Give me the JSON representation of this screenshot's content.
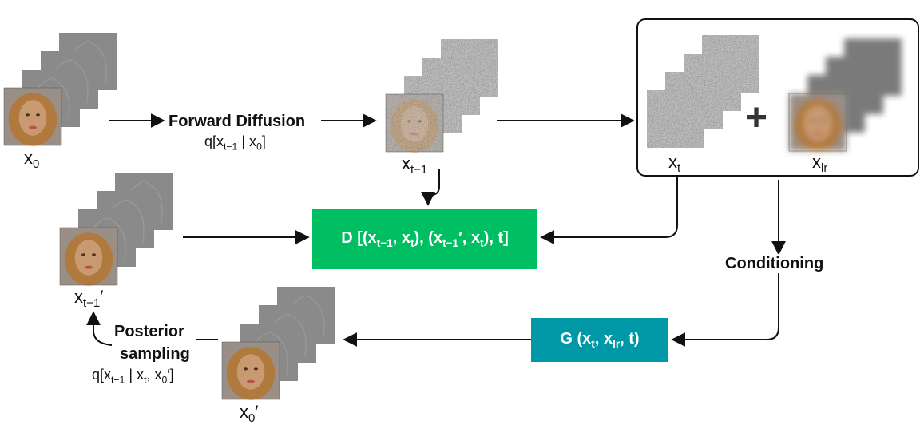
{
  "nodes": {
    "x0": {
      "label": "x",
      "sub": "0",
      "tail": ""
    },
    "xt_minus_1": {
      "label": "x",
      "sub": "t−1",
      "tail": ""
    },
    "xt": {
      "label": "x",
      "sub": "t",
      "tail": ""
    },
    "xlr": {
      "label": "x",
      "sub": "lr",
      "tail": ""
    },
    "xt_minus_1_prime": {
      "label": "x",
      "sub": "t−1",
      "tail": "′"
    },
    "x0_prime": {
      "label": "x",
      "sub": "0",
      "tail": "′"
    }
  },
  "forward": {
    "title": "Forward Diffusion",
    "q_open": "q[x",
    "q_sub1": "t−1",
    "q_mid": " | x",
    "q_sub2": "0",
    "q_close": "]"
  },
  "posterior": {
    "line1": "Posterior",
    "line2": "sampling",
    "q_open": "q[x",
    "q_sub1": "t−1",
    "q_mid1": " | x",
    "q_sub2": "t",
    "q_mid2": ", x",
    "q_sub3": "0",
    "q_close": "′]"
  },
  "discriminator": {
    "p1": "D [(x",
    "s1": "t−1",
    "p2": ", x",
    "s2": "t",
    "p3": "), (x",
    "s3": "t−1",
    "p4": "′, x",
    "s4": "t",
    "p5": "), t]",
    "color": "#00bf63"
  },
  "generator": {
    "p1": "G (x",
    "s1": "t",
    "p2": ", x",
    "s2": "lr",
    "p3": ", t)",
    "color": "#0097a7"
  },
  "conditioning": {
    "label": "Conditioning"
  },
  "plus": "+",
  "colors": {
    "face": "#c99a72",
    "hair": "#b07a3e",
    "noise": "#8c8c8c",
    "edge_gray": "#8a8a8a",
    "blur_gray": "#7a7a7a"
  }
}
